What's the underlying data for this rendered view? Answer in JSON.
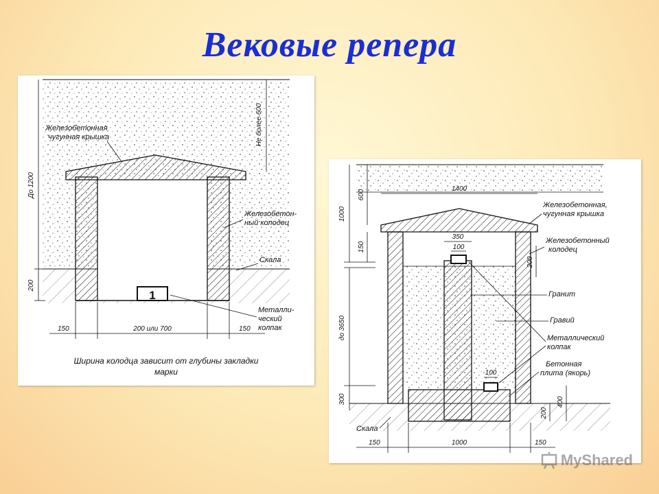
{
  "title": "Вековые репера",
  "left": {
    "labels": {
      "cover_line1": "Железобетонная",
      "cover_line2": "чугунная крышка",
      "well_line1": "Железобетон-",
      "well_line2": "ный колодец",
      "rock": "Скала",
      "cap_line1": "Металли-",
      "cap_line2": "ческий",
      "cap_line3": "колпак",
      "marker": "1",
      "caption_line1": "Ширина колодца зависит от глубины закладки",
      "caption_line2": "марки"
    },
    "dims": {
      "depth": "До 1200",
      "top": "Не более 600",
      "bottom": "200",
      "wall_left": "150",
      "inner": "200 или 700",
      "wall_right": "150"
    }
  },
  "right": {
    "labels": {
      "cover_line1": "Железобетонная,",
      "cover_line2": "чугунная крышка",
      "well_line1": "Железобетонный",
      "well_line2": "колодец",
      "granite": "Гранит",
      "gravel": "Гравий",
      "cap_line1": "Металлический",
      "cap_line2": "колпак",
      "plate_line1": "Бетонная",
      "plate_line2": "плита (якорь)",
      "rock": "Скала"
    },
    "dims": {
      "width_top": "1400",
      "d1000": "1000",
      "d600": "600",
      "d150": "150",
      "d350": "350",
      "d100_top": "100",
      "d200_right": "200",
      "d3650": "до 3650",
      "d100_bottom": "100",
      "d300": "300",
      "d400": "400",
      "d200_bottom": "200",
      "w150_left": "150",
      "w1000": "1000",
      "w150_right": "150"
    }
  },
  "watermark": "MyShared"
}
